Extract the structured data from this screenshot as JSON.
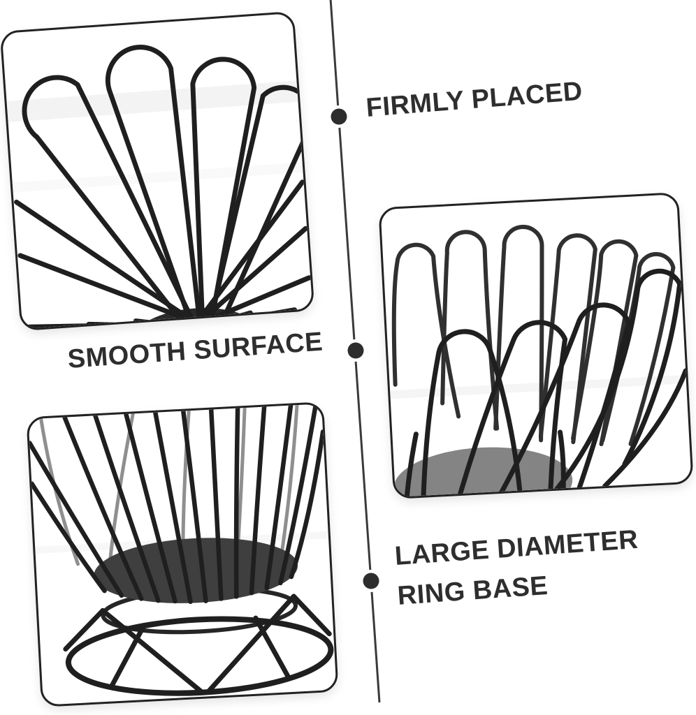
{
  "background": "#ffffff",
  "leader": {
    "line_color": "#3a3a3a",
    "dot_color": "#2d2d2d"
  },
  "style": {
    "text_color": "#2e2e2e",
    "wire_color": "#1f1f1f",
    "back_wire_color": "#8f8f8f",
    "frame_border_color": "#222222",
    "plate_gray": "#848484",
    "plate_dark": "#3f3f3f",
    "dome_dark": "#2a2a2a"
  },
  "callouts": [
    {
      "label": "FIRMLY PLACED"
    },
    {
      "label": "SMOOTH SURFACE"
    },
    {
      "line1": "LARGE DIAMETER",
      "line2": "RING BASE"
    }
  ]
}
